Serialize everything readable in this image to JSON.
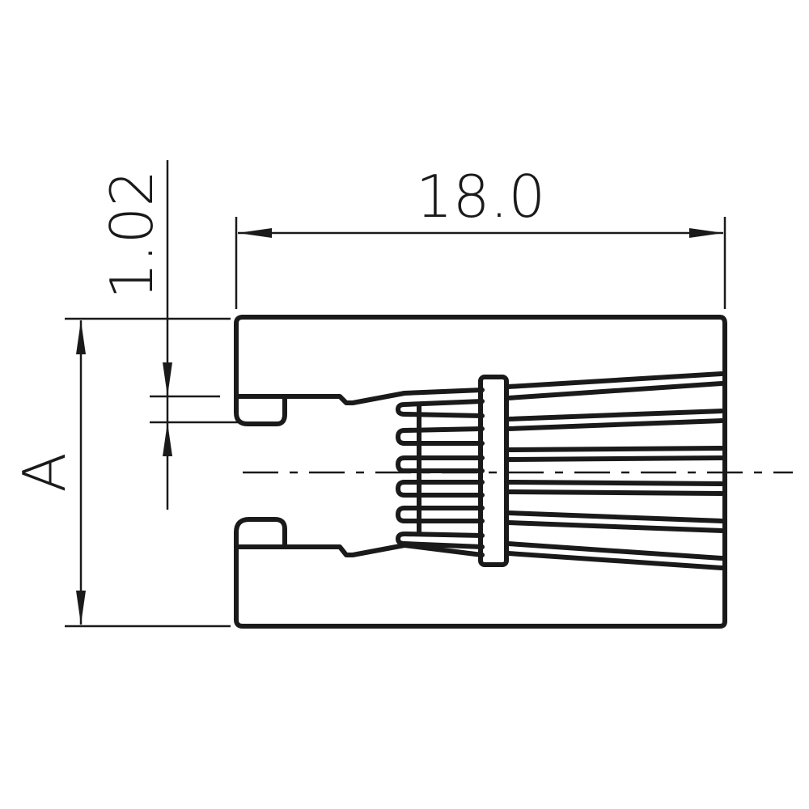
{
  "drawing": {
    "type": "technical-drawing",
    "subject": "ribbon connector side view",
    "colors": {
      "line": "#1a1a1a",
      "background": "#ffffff"
    },
    "dimensions": {
      "width_label": "18.0",
      "slot_label": "1.02",
      "height_label": "A"
    }
  }
}
